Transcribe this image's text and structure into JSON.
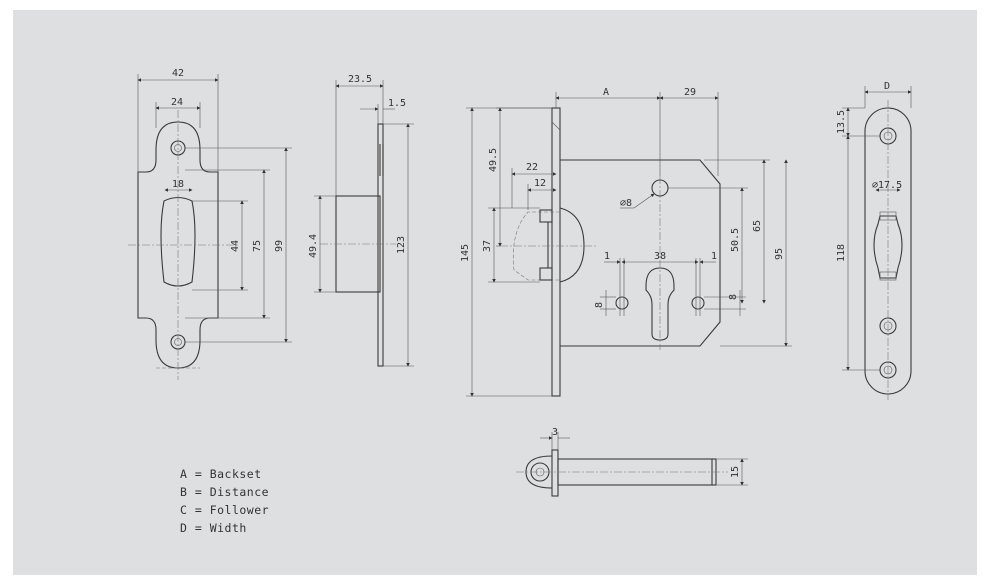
{
  "drawing": {
    "strike_plate": {
      "width_overall": "42",
      "width_inner": "24",
      "opening_width": "18",
      "opening_height": "44",
      "hole_spacing": "75",
      "height_overall": "99"
    },
    "side_profile": {
      "depth": "23.5",
      "plate_thickness": "1.5",
      "body_height": "49.4",
      "plate_height": "123"
    },
    "lock_body": {
      "backset": "A",
      "top_dim": "29",
      "dim_49_5": "49.5",
      "dim_22": "22",
      "dim_12": "12",
      "bolt_height": "37",
      "faceplate_height": "145",
      "hole_diameter": "⌀8",
      "cylinder_spacing": "38",
      "edge_left": "1",
      "edge_right": "1",
      "offset_left": "8",
      "offset_right": "8",
      "dim_50_5": "50.5",
      "dim_65": "65",
      "dim_95": "95"
    },
    "faceplate": {
      "width_label": "D",
      "top_offset": "13.5",
      "slot_width": "⌀17.5",
      "length": "118"
    },
    "bottom_view": {
      "thickness": "3",
      "height": "15"
    }
  },
  "legend": [
    "A = Backset",
    "B = Distance",
    "C = Follower",
    "D = Width"
  ]
}
